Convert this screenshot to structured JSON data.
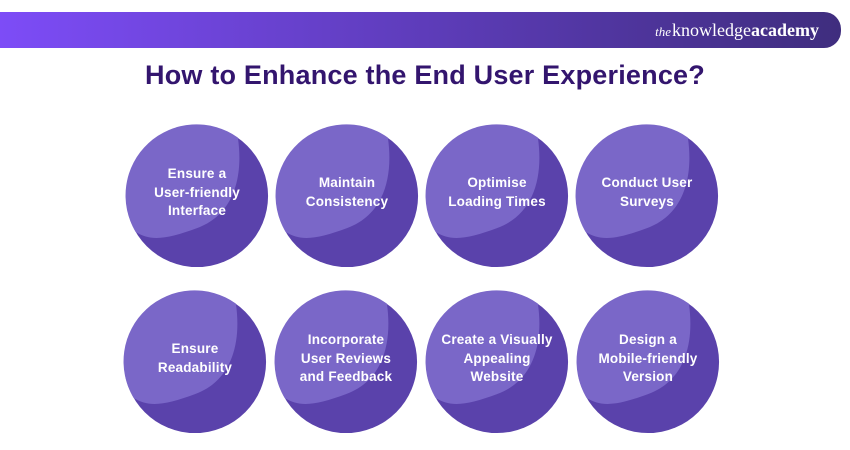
{
  "header": {
    "logo": {
      "the": "the",
      "knowledge": "knowledge",
      "academy": "academy"
    }
  },
  "title": "How to Enhance the End User Experience?",
  "bubbles": [
    {
      "label": "Ensure a\nUser-friendly\nInterface"
    },
    {
      "label": "Maintain\nConsistency"
    },
    {
      "label": "Optimise\nLoading Times"
    },
    {
      "label": "Conduct User\nSurveys"
    },
    {
      "label": "Ensure\nReadability"
    },
    {
      "label": "Incorporate\nUser Reviews\nand Feedback"
    },
    {
      "label": "Create a Visually\nAppealing\nWebsite"
    },
    {
      "label": "Design a\nMobile-friendly\nVersion"
    }
  ],
  "colors": {
    "header_gradient_start": "#7d4cf7",
    "header_gradient_end": "#3f2d7e",
    "title": "#33156e",
    "bubble_light": "#7a67c8",
    "bubble_dark": "#5a42ab",
    "bubble_text": "#ffffff",
    "background": "#ffffff"
  }
}
